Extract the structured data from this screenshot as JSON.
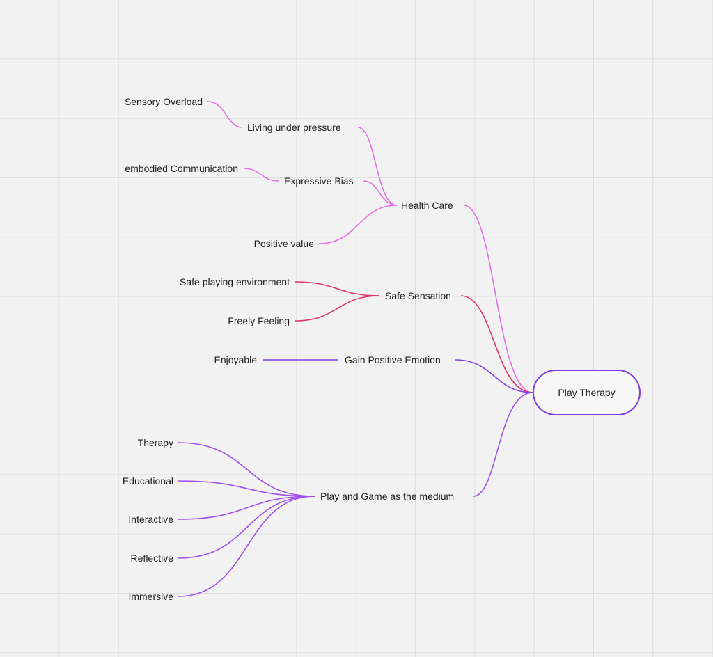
{
  "root": {
    "label": "Play Therapy",
    "color": "#7f3ce0"
  },
  "colors": {
    "health": "#e46fe6",
    "safe": "#e0336e",
    "emotion": "#7d3fe6",
    "medium": "#a14de8"
  },
  "health_care": {
    "label": "Health Care",
    "children": [
      {
        "label": "Living under pressure",
        "child": "Sensory Overload"
      },
      {
        "label": "Expressive Bias",
        "child": "embodied Communication"
      },
      {
        "label": "Positive value"
      }
    ]
  },
  "safe_sensation": {
    "label": "Safe Sensation",
    "children": [
      {
        "label": "Safe playing environment"
      },
      {
        "label": "Freely Feeling"
      }
    ]
  },
  "gain_positive_emotion": {
    "label": "Gain Positive Emotion",
    "children": [
      {
        "label": "Enjoyable"
      }
    ]
  },
  "play_and_game": {
    "label": "Play and Game as the medium",
    "children": [
      {
        "label": "Therapy"
      },
      {
        "label": "Educational"
      },
      {
        "label": "Interactive"
      },
      {
        "label": "Reflective"
      },
      {
        "label": "Immersive"
      }
    ]
  }
}
